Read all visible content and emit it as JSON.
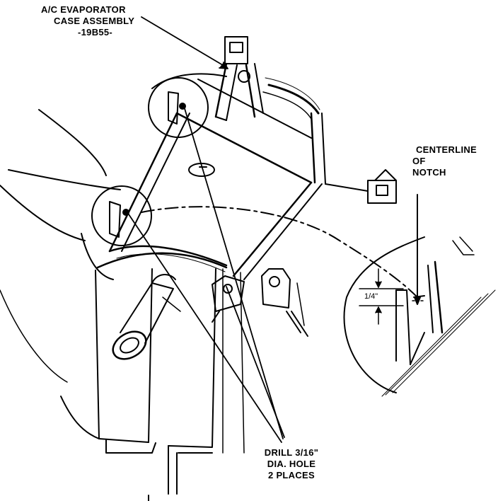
{
  "labels": {
    "evaporator": {
      "line1": "A/C EVAPORATOR",
      "line2": "CASE ASSEMBLY",
      "line3": "-19B55-"
    },
    "centerline": {
      "line1": "CENTERLINE",
      "line2": "OF",
      "line3": "NOTCH"
    },
    "drill": {
      "line1": "DRILL 3/16\"",
      "line2": "DIA. HOLE",
      "line3": "2 PLACES"
    }
  },
  "dimension": {
    "value": "1/4\""
  },
  "colors": {
    "ink": "#000000",
    "paper": "#ffffff"
  }
}
